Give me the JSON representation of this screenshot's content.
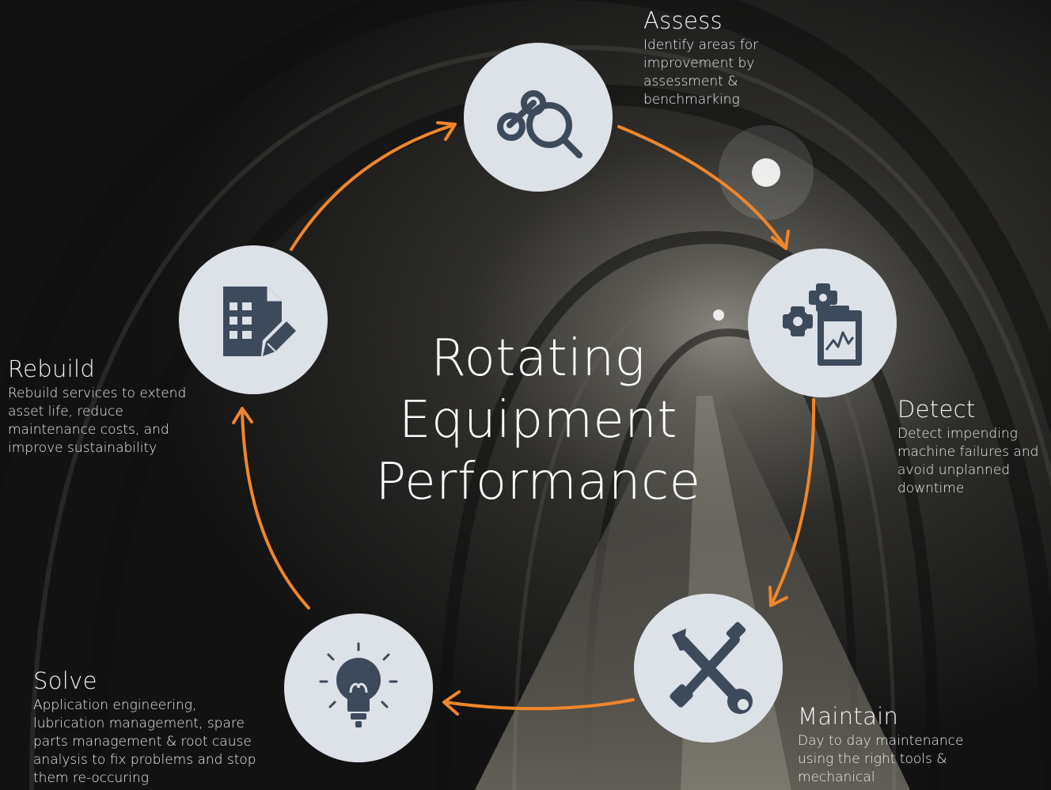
{
  "title_lines": [
    "Rotating",
    "Equipment",
    "Performance"
  ],
  "colors": {
    "arrow": "#f0862a",
    "node_fill": "#dde1e8",
    "icon": "#3c4a5c"
  },
  "steps": [
    {
      "key": "assess",
      "title": "Assess",
      "description": "Identify areas for improvement by assessment & benchmarking",
      "icon": "magnifier-gear-icon"
    },
    {
      "key": "detect",
      "title": "Detect",
      "description": "Detect impending machine failures and avoid unplanned downtime",
      "icon": "gears-clipboard-icon"
    },
    {
      "key": "maintain",
      "title": "Maintain",
      "description": "Day to day maintenance using the right tools & mechanical",
      "icon": "wrench-screwdriver-icon"
    },
    {
      "key": "solve",
      "title": "Solve",
      "description": "Application engineering, lubrication management, spare parts management & root cause analysis to fix problems and stop them re-occuring",
      "icon": "lightbulb-icon"
    },
    {
      "key": "rebuild",
      "title": "Rebuild",
      "description": "Rebuild services to extend asset life, reduce maintenance costs, and improve sustainability",
      "icon": "document-pencil-icon"
    }
  ]
}
